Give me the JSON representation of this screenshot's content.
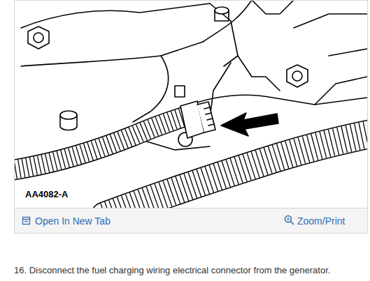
{
  "diagram": {
    "caption": "16. Disconnect the fuel charging wiring electrical connector from the generator.",
    "labels": [
      "AA4082-A",
      "Open In New Tab",
      "Zoom/Print"
    ]
  }
}
